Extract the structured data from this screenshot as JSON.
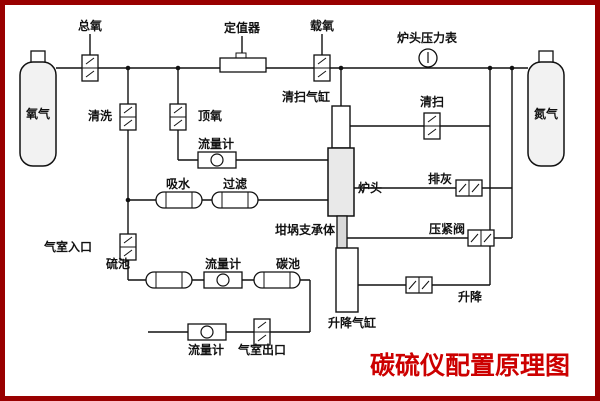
{
  "title": "碳硫仪配置原理图",
  "colors": {
    "border": "#990000",
    "title": "#cc0000",
    "line": "#111111"
  },
  "cylinders": {
    "left": "氧气",
    "right": "氮气"
  },
  "top": {
    "total_oxygen": "总氧",
    "regulator": "定值器",
    "carrier_oxygen": "载氧",
    "pressure_gauge": "炉头压力表"
  },
  "middle": {
    "purge": "清洗",
    "top_oxygen": "顶氧",
    "flow_meter": "流量计",
    "water_absorber": "吸水",
    "filter": "过滤",
    "sweep_cylinder": "清扫气缸",
    "sweep": "清扫",
    "furnace_head": "炉头",
    "ash_discharge": "排灰",
    "press_valve": "压紧阀",
    "crucible_support": "坩埚支承体"
  },
  "bottom": {
    "chamber_inlet": "气室入口",
    "sulfur_cell": "硫池",
    "flow_meter": "流量计",
    "carbon_cell": "碳池",
    "lift": "升降",
    "lift_cylinder": "升降气缸",
    "flow_meter_out": "流量计",
    "chamber_outlet": "气室出口"
  }
}
